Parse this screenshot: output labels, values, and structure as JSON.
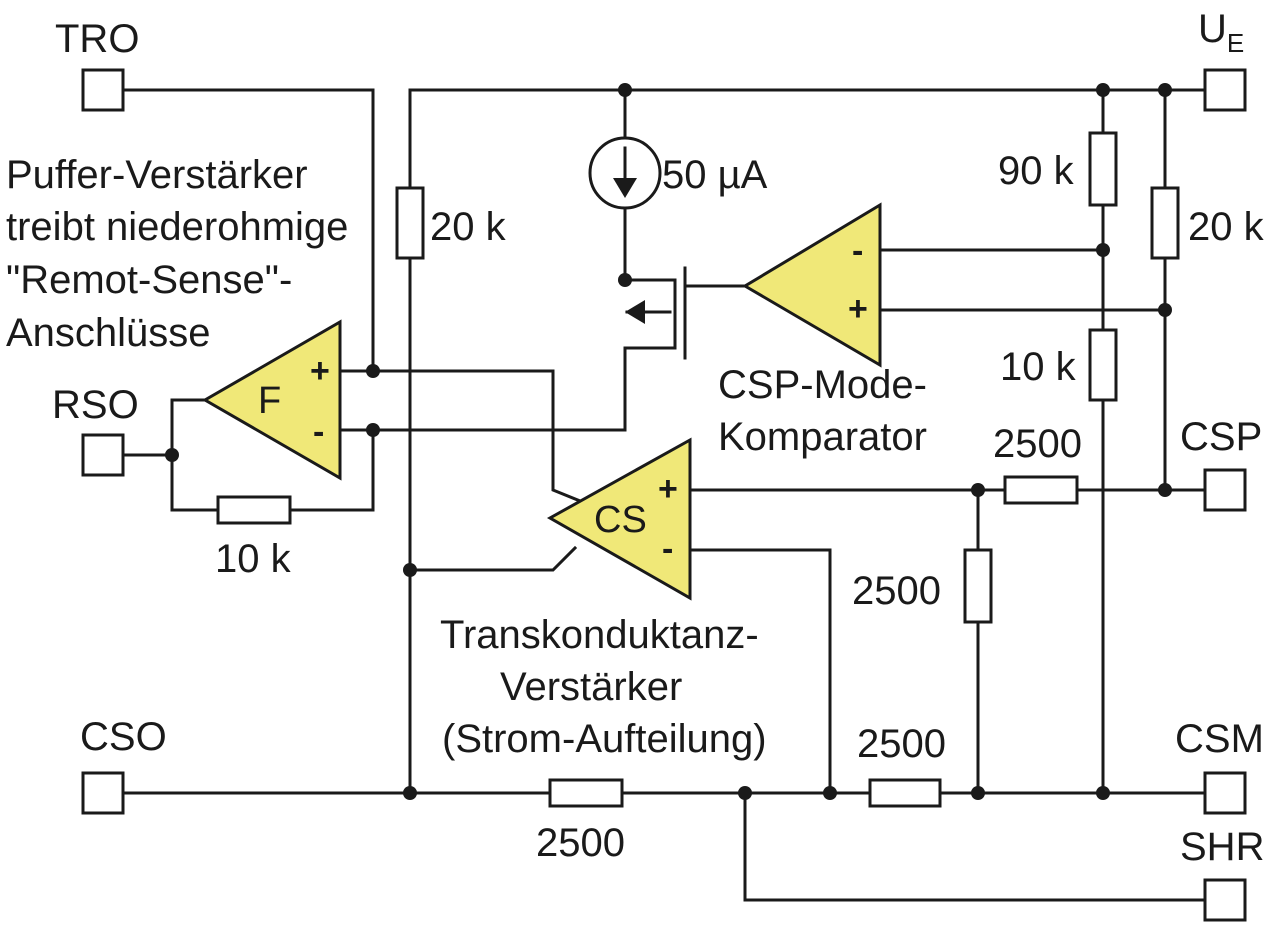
{
  "pins": {
    "tro": "TRO",
    "ue_main": "U",
    "ue_sub": "E",
    "rso": "RSO",
    "csp": "CSP",
    "cso": "CSO",
    "csm": "CSM",
    "shr": "SHR"
  },
  "amplifiers": {
    "buffer": {
      "name": "F",
      "plus": "+",
      "minus": "-"
    },
    "cs": {
      "name": "CS",
      "plus": "+",
      "minus": "-"
    },
    "comparator": {
      "plus": "+",
      "minus": "-"
    }
  },
  "components": {
    "current_source": "50 µA",
    "r_20k_left": "20 k",
    "r_90k": "90 k",
    "r_20k_right": "20 k",
    "r_10k_divider": "10 k",
    "r_10k_feedback": "10 k",
    "r_2500_csp": "2500",
    "r_2500_vertical": "2500",
    "r_2500_csm": "2500",
    "r_2500_cso": "2500"
  },
  "annotations": {
    "buffer_desc": [
      "Puffer-Verstärker",
      "treibt niederohmige",
      "\"Remot-Sense\"-",
      "Anschlüsse"
    ],
    "comparator_desc": [
      "CSP-Mode-",
      "Komparator"
    ],
    "cs_desc": [
      "Transkonduktanz-",
      "Verstärker",
      "(Strom-Aufteilung)"
    ]
  }
}
